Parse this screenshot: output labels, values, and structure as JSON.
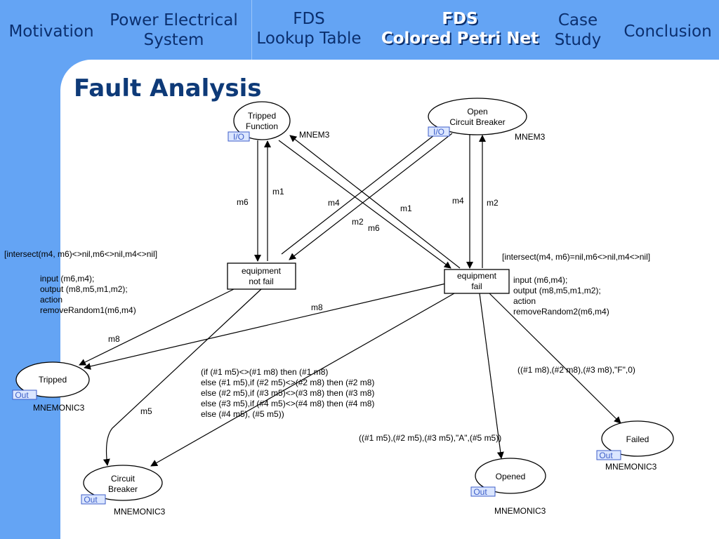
{
  "nav": {
    "motivation": [
      "Motivation"
    ],
    "power": [
      "Power Electrical",
      "System"
    ],
    "lookup": [
      "FDS",
      "Lookup Table"
    ],
    "cpn": [
      "FDS",
      "Colored Petri Net"
    ],
    "case": [
      "Case",
      "Study"
    ],
    "conclusion": [
      "Conclusion"
    ]
  },
  "slide": {
    "title": "Fault Analysis"
  },
  "places": {
    "tripped_function": {
      "lines": [
        "Tripped",
        "Function"
      ],
      "tag": "I/O",
      "colorset": "MNEM3"
    },
    "open_breaker": {
      "lines": [
        "Open",
        "Circuit Breaker"
      ],
      "tag": "I/O",
      "colorset": "MNEM3"
    },
    "tripped": {
      "lines": [
        "Tripped"
      ],
      "tag": "Out",
      "colorset": "MNEMONIC3"
    },
    "circuit_breaker": {
      "lines": [
        "Circuit",
        "Breaker"
      ],
      "tag": "Out",
      "colorset": "MNEMONIC3"
    },
    "opened": {
      "lines": [
        "Opened"
      ],
      "tag": "Out",
      "colorset": "MNEMONIC3"
    },
    "failed": {
      "lines": [
        "Failed"
      ],
      "tag": "Out",
      "colorset": "MNEMONIC3"
    }
  },
  "transitions": {
    "not_fail": {
      "lines": [
        "equipment",
        "not fail"
      ]
    },
    "fail": {
      "lines": [
        "equipment",
        "fail"
      ]
    }
  },
  "guards": {
    "not_fail": "[intersect(m4, m6)<>nil,m6<>nil,m4<>nil]",
    "fail": "[intersect(m4, m6)=nil,m6<>nil,m4<>nil]"
  },
  "code_segments": {
    "not_fail": [
      "input (m6,m4);",
      "output (m8,m5,m1,m2);",
      "action",
      "removeRandom1(m6,m4)"
    ],
    "fail": [
      "input (m6,m4);",
      "output (m8,m5,m1,m2);",
      "action",
      "removeRandom2(m6,m4)"
    ]
  },
  "arc_labels": {
    "m6_a": "m6",
    "m1_a": "m1",
    "m4_a": "m4",
    "m2_a": "m2",
    "m1_b": "m1",
    "m2_b": "m2",
    "m6_b": "m6",
    "m4_b": "m4",
    "m8_a": "m8",
    "m8_b": "m8",
    "m5": "m5"
  },
  "expressions": {
    "opened": "((#1 m5),(#2 m5),(#3 m5),\"A\",(#5 m5))",
    "failed": "((#1 m8),(#2 m8),(#3 m8),\"F\",0)",
    "breaker": [
      "(if (#1 m5)<>(#1 m8) then (#1 m8)",
      "else (#1 m5),if (#2 m5)<>(#2 m8) then (#2 m8)",
      "else (#2 m5),if (#3 m5)<>(#3 m8) then (#3 m8)",
      "else (#3 m5),if (#4 m5)<>(#4 m8) then (#4 m8)",
      "else (#4 m5), (#5 m5))"
    ]
  }
}
